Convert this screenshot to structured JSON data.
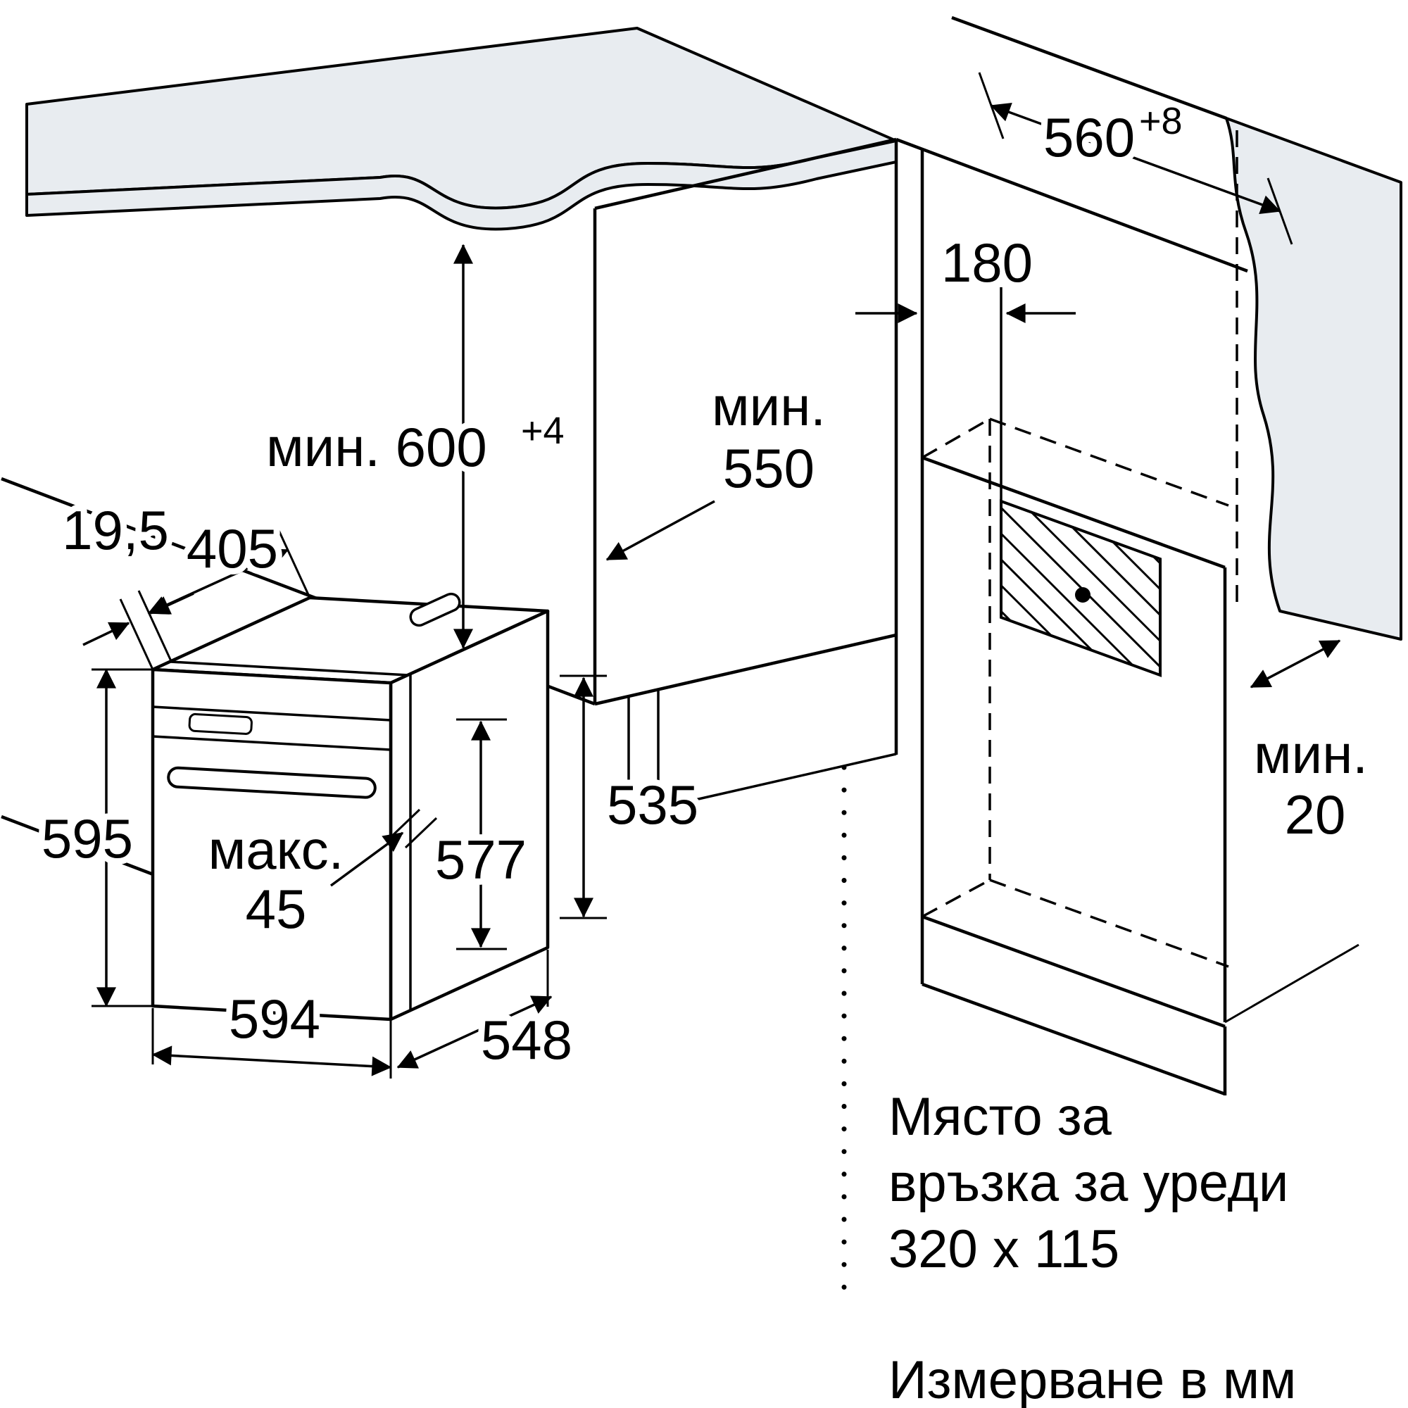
{
  "dimensions": {
    "niche_height": "мин. 600",
    "niche_height_tolerance": "+4",
    "niche_depth_prefix": "мин.",
    "niche_depth": "550",
    "connection_offset": "180",
    "niche_width": "560",
    "niche_width_tolerance": "+8",
    "rear_gap_prefix": "мин.",
    "rear_gap": "20",
    "oven_top_inset": "19,5",
    "oven_top_depth": "405",
    "oven_height": "595",
    "handle_depth_prefix": "макс.",
    "handle_depth": "45",
    "oven_rear_height": "577",
    "oven_side_height": "535",
    "oven_width": "594",
    "oven_depth": "548"
  },
  "notes": {
    "connection_area_line1": "Място за",
    "connection_area_line2": "връзка за уреди",
    "connection_area_line3": "320 x 115",
    "units": "Измерване в мм"
  },
  "colors": {
    "line": "#000000",
    "surface": "#e8ecf0",
    "background": "#ffffff"
  }
}
